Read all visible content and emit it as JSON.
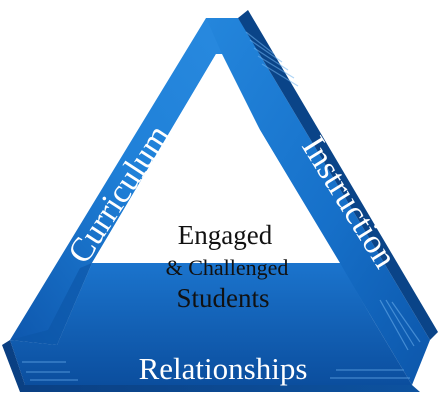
{
  "diagram": {
    "sides": {
      "left": "Curriculum",
      "right": "Instruction",
      "bottom": "Relationships"
    },
    "center": {
      "line1": "Engaged",
      "line2": "& Challenged",
      "line3": "Students"
    }
  },
  "colors": {
    "face_light": "#1f7fd6",
    "face_mid": "#1565c0",
    "face_dark": "#0b4c99",
    "edge_dark": "#083a78",
    "center_bg": "#ffffff",
    "text_light": "#ffffff"
  }
}
